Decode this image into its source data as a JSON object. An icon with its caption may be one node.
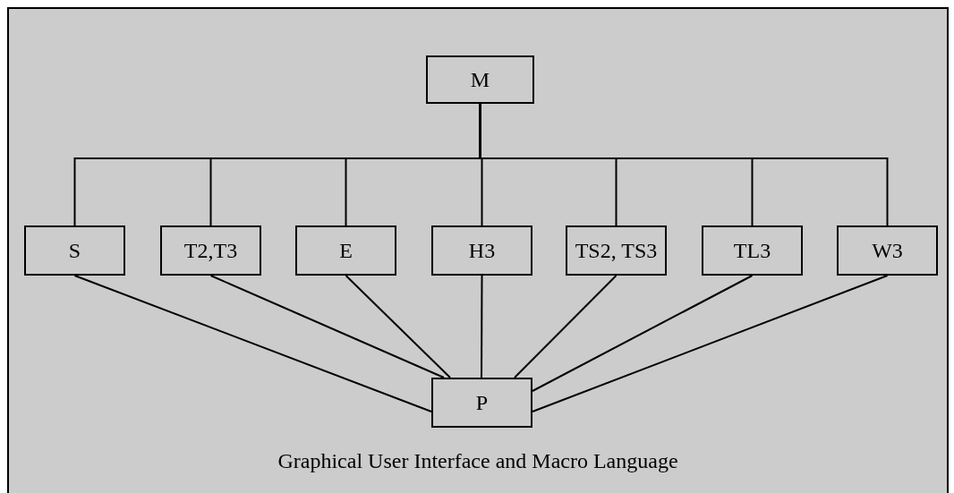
{
  "diagram": {
    "nodes": [
      {
        "text": [
          "Graphical User Interface and Macro Language"
        ]
      },
      {
        "text": [
          "M"
        ],
        "in": 0
      },
      {
        "text": [
          "S"
        ],
        "in": 0
      },
      {
        "text": [
          "T2,T3"
        ],
        "in": 0
      },
      {
        "text": [
          "E"
        ],
        "in": 0
      },
      {
        "text": [
          "H3"
        ],
        "in": 0
      },
      {
        "text": [
          "TS2, TS3"
        ],
        "in": 0
      },
      {
        "text": [
          "TL3"
        ],
        "in": 0
      },
      {
        "text": [
          "W3"
        ],
        "in": 0
      },
      {
        "text": [
          "P"
        ],
        "in": 0
      }
    ],
    "edges": [
      {
        "from": 1,
        "to": 2,
        "arrow": "none"
      },
      {
        "from": 1,
        "to": 3,
        "arrow": "none"
      },
      {
        "from": 1,
        "to": 4,
        "arrow": "none"
      },
      {
        "from": 1,
        "to": 5,
        "arrow": "none"
      },
      {
        "from": 1,
        "to": 6,
        "arrow": "none"
      },
      {
        "from": 1,
        "to": 7,
        "arrow": "none"
      },
      {
        "from": 1,
        "to": 8,
        "arrow": "none"
      },
      {
        "from": 2,
        "to": 9,
        "arrow": "none"
      },
      {
        "from": 3,
        "to": 9,
        "arrow": "none"
      },
      {
        "from": 4,
        "to": 9,
        "arrow": "none"
      },
      {
        "from": 5,
        "to": 9,
        "arrow": "none"
      },
      {
        "from": 6,
        "to": 9,
        "arrow": "none"
      },
      {
        "from": 7,
        "to": 9,
        "arrow": "none"
      },
      {
        "from": 8,
        "to": 9,
        "arrow": "none"
      }
    ]
  }
}
